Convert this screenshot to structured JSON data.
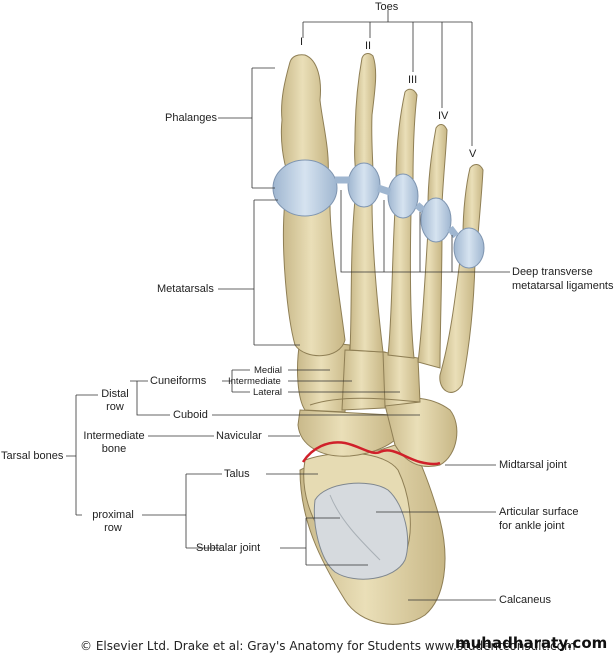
{
  "labels": {
    "toes": "Toes",
    "toe_numerals": [
      "I",
      "II",
      "III",
      "IV",
      "V"
    ],
    "phalanges": "Phalanges",
    "metatarsals": "Metatarsals",
    "deep_transverse_1": "Deep transverse",
    "deep_transverse_2": "metatarsal ligaments",
    "distal_row_1": "Distal",
    "distal_row_2": "row",
    "cuneiforms": "Cuneiforms",
    "medial": "Medial",
    "intermediate": "Intermediate",
    "lateral": "Lateral",
    "cuboid": "Cuboid",
    "tarsal_bones": "Tarsal bones",
    "intermediate_bone_1": "Intermediate",
    "intermediate_bone_2": "bone",
    "navicular": "Navicular",
    "midtarsal_joint": "Midtarsal joint",
    "talus": "Talus",
    "proximal_row_1": "proximal",
    "proximal_row_2": "row",
    "articular_1": "Articular surface",
    "articular_2": "for ankle joint",
    "subtalar_joint": "Subtalar joint",
    "calcaneus": "Calcaneus"
  },
  "footer": {
    "credit": "© Elsevier Ltd. Drake et al: Gray's Anatomy for Students www.studentconsult.com",
    "watermark": "muhadharaty.com"
  },
  "colors": {
    "bone": "#e3d7ab",
    "bone_shadow": "#c9b98a",
    "ligament": "#bcd0e6",
    "cartilage": "#d4d8dc",
    "midtarsal_line": "#d0202a",
    "leader": "#333333"
  }
}
